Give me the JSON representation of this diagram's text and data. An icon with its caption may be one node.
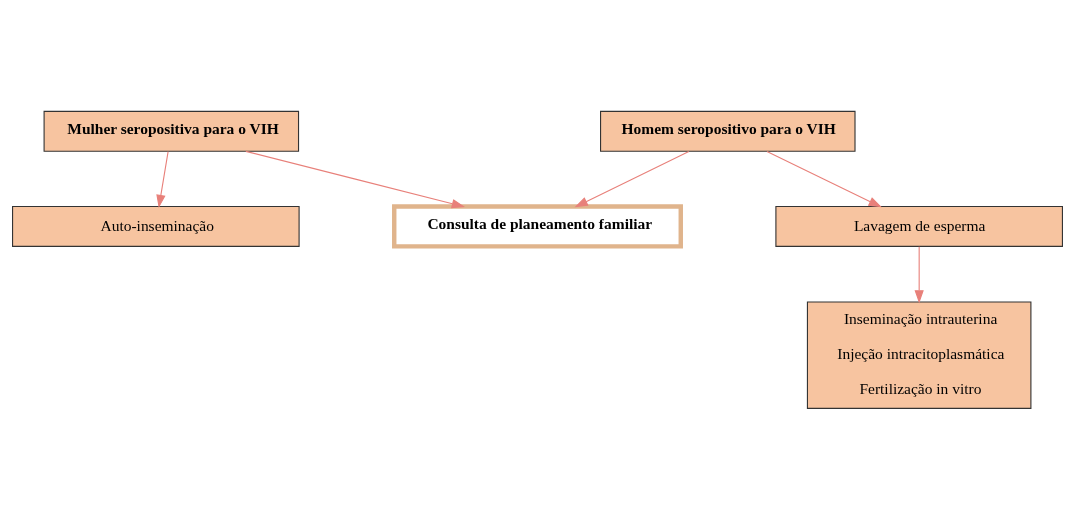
{
  "diagram": {
    "nodes": [
      {
        "text": [
          "Mulher seropositiva para o VIH"
        ]
      },
      {
        "text": [
          "Homem seropositivo para o VIH"
        ]
      },
      {
        "text": [
          "Consulta de planeamento familiar"
        ]
      },
      {
        "text": [
          "Auto-inseminação"
        ]
      },
      {
        "text": [
          "Lavagem de esperma"
        ]
      },
      {
        "text": [
          "Inseminação intrauterina",
          "Injeção intracitoplasmática",
          "Fertilização in vitro"
        ]
      }
    ],
    "edges": [
      {
        "from": 0,
        "to": 2,
        "arrow": "to"
      },
      {
        "from": 1,
        "to": 2,
        "arrow": "to"
      },
      {
        "from": 0,
        "to": 3,
        "arrow": "to"
      },
      {
        "from": 1,
        "to": 4,
        "arrow": "to"
      },
      {
        "from": 4,
        "to": 5,
        "arrow": "to"
      }
    ]
  }
}
